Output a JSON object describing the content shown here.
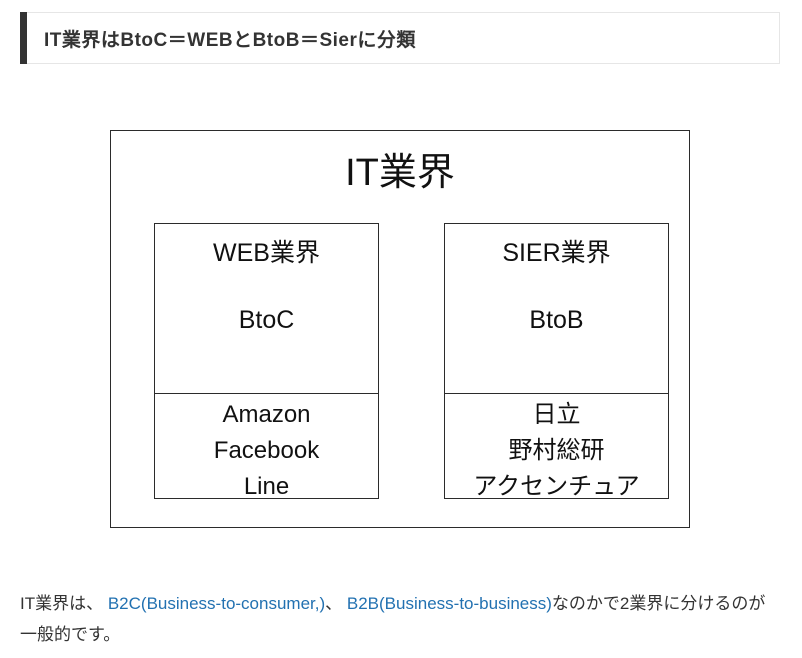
{
  "heading": {
    "title": "IT業界はBtoC＝WEBとBtoB＝Sierに分類"
  },
  "diagram": {
    "title": "IT業界",
    "web_box": {
      "title": "WEB業界",
      "model": "BtoC",
      "companies": [
        "Amazon",
        "Facebook",
        "Line"
      ]
    },
    "sier_box": {
      "title": "SIER業界",
      "model": "BtoB",
      "companies": [
        "日立",
        "野村総研",
        "アクセンチュア"
      ]
    }
  },
  "paragraph": {
    "text_before": "IT業界は、 ",
    "link_b2c": "B2C(Business-to-consumer,)",
    "text_mid": "、 ",
    "link_b2b": "B2B(Business-to-business)",
    "text_after": "なのかで2業界に分けるのが一般的です。"
  },
  "colors": {
    "link": "#2271b1",
    "heading_accent": "#333333",
    "body_text": "#333333",
    "diagram_border": "#2b2b2b"
  }
}
